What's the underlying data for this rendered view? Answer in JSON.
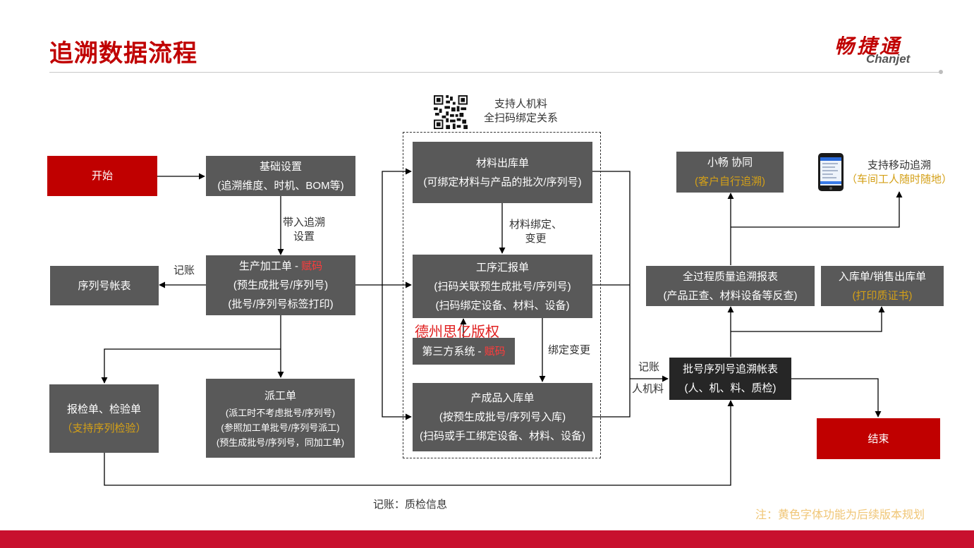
{
  "header": {
    "title": "追溯数据流程",
    "logo_cn": "畅捷通",
    "logo_en": "Chanjet"
  },
  "nodes": {
    "start": {
      "l1": "开始"
    },
    "basic_settings": {
      "l1": "基础设置",
      "l2": "(追溯维度、时机、BOM等)"
    },
    "production_order": {
      "l1_prefix": "生产加工单 - ",
      "l1_hl": "赋码",
      "l2": "(预生成批号/序列号)",
      "l3": "(批号/序列号标签打印)"
    },
    "serial_ledger": {
      "l1": "序列号帐表"
    },
    "inspection": {
      "l1": "报检单、检验单",
      "l2": "（支持序列检验）"
    },
    "dispatch": {
      "l1": "派工单",
      "l2": "(派工时不考虑批号/序列号)",
      "l3": "(参照加工单批号/序列号派工)",
      "l4": "(预生成批号/序列号，同加工单)"
    },
    "material_out": {
      "l1": "材料出库单",
      "l2": "(可绑定材料与产品的批次/序列号)"
    },
    "process_report": {
      "l1": "工序汇报单",
      "l2": "(扫码关联预生成批号/序列号)",
      "l3": "(扫码绑定设备、材料、设备)"
    },
    "third_party": {
      "l1_prefix": "第三方系统 - ",
      "l1_hl": "赋码"
    },
    "finished_in": {
      "l1": "产成品入库单",
      "l2": "(按预生成批号/序列号入库)",
      "l3": "(扫码或手工绑定设备、材料、设备)"
    },
    "xiaochang": {
      "l1": "小畅 协同",
      "l2": "(客户自行追溯)"
    },
    "quality_report": {
      "l1": "全过程质量追溯报表",
      "l2": "(产品正查、材料设备等反查)"
    },
    "in_out_order": {
      "l1": "入库单/销售出库单",
      "l2": "(打印质证书)"
    },
    "trace_ledger": {
      "l1": "批号序列号追溯帐表",
      "l2": "(人、机、料、质检)"
    },
    "end": {
      "l1": "结束"
    }
  },
  "labels": {
    "bring_trace_1": "带入追溯",
    "bring_trace_2": "设置",
    "record": "记账",
    "material_bind_1": "材料绑定、",
    "material_bind_2": "变更",
    "bind_change": "绑定变更",
    "record2": "记账",
    "man_machine_material": "人机料",
    "qc_record": "记账：质检信息",
    "scan_support_1": "支持人机料",
    "scan_support_2": "全扫码绑定关系",
    "mobile_1": "支持移动追溯",
    "mobile_2": "（车间工人随时随地）",
    "watermark": "德州思亿版权",
    "note": "注：黄色字体功能为后续版本规划"
  },
  "colors": {
    "accent_red": "#c00000",
    "box_gray": "#595959",
    "box_dark": "#262626",
    "future_yellow": "#d4a017",
    "highlight_red": "#ff3b3b"
  },
  "icons": {
    "qr": "qr-code-icon",
    "phone": "mobile-phone-icon"
  }
}
